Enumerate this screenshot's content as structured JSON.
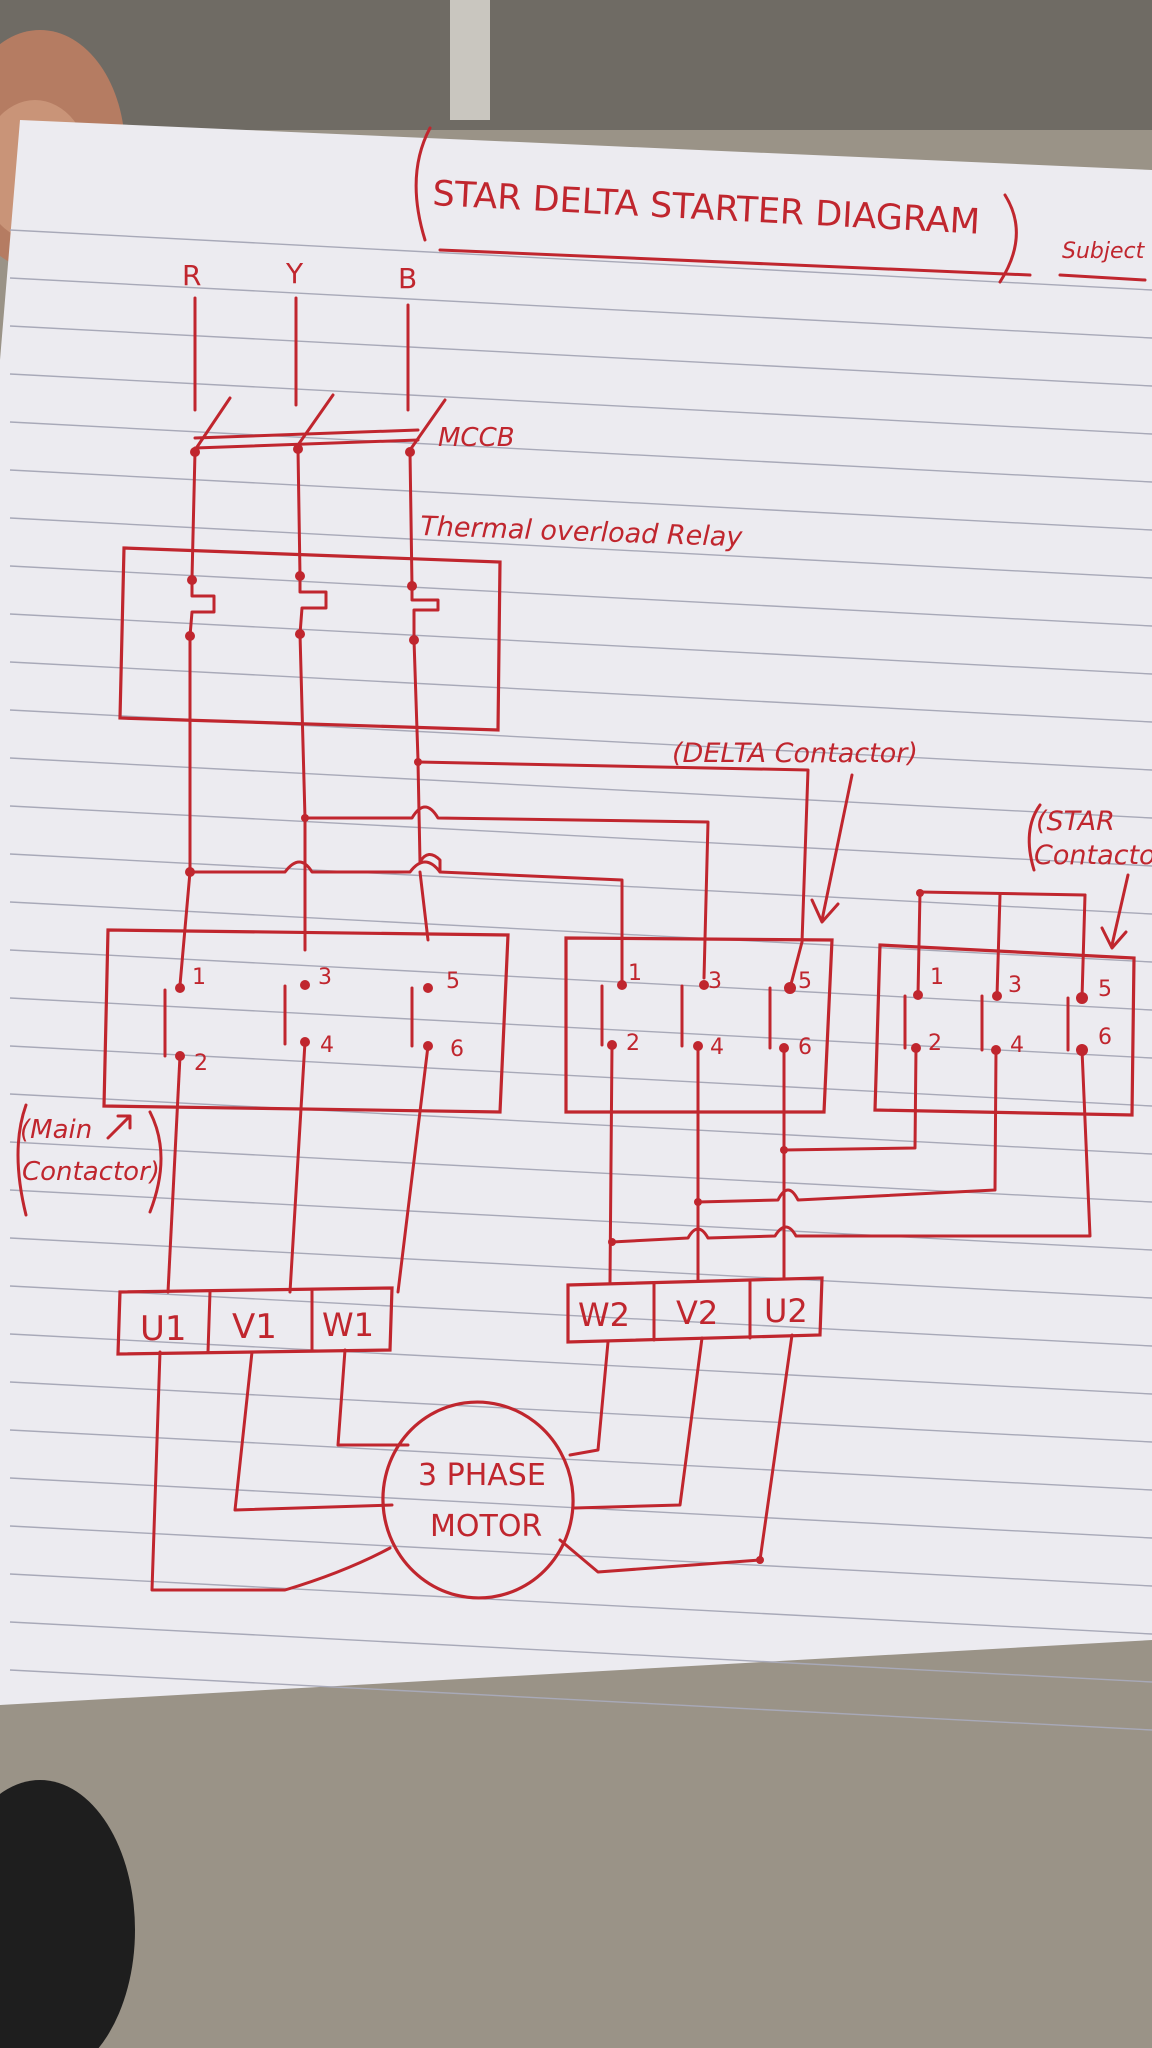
{
  "title": "STAR DELTA STARTER DIAGRAM",
  "subject_label": "Subject",
  "phases": [
    "R",
    "Y",
    "B"
  ],
  "labels": {
    "mccb": "MCCB",
    "overload": "Thermal overload Relay",
    "delta": "(DELTA Contactor)",
    "star_line1": "(STAR",
    "star_line2": "Contactor",
    "main_line1": "(Main",
    "main_line2": "Contactor)",
    "motor_line1": "3 PHASE",
    "motor_line2": "MOTOR"
  },
  "contact_numbers": {
    "main": [
      "1",
      "3",
      "5",
      "2",
      "4",
      "6"
    ],
    "delta": [
      "1",
      "3",
      "5",
      "2",
      "4",
      "6"
    ],
    "star": [
      "1",
      "3",
      "5",
      "2",
      "4",
      "6"
    ]
  },
  "terminals": {
    "left": [
      "U1",
      "V1",
      "W1"
    ],
    "right": [
      "W2",
      "V2",
      "U2"
    ]
  },
  "ink_color": "#c0262e",
  "paper_color": "#ecebf0"
}
